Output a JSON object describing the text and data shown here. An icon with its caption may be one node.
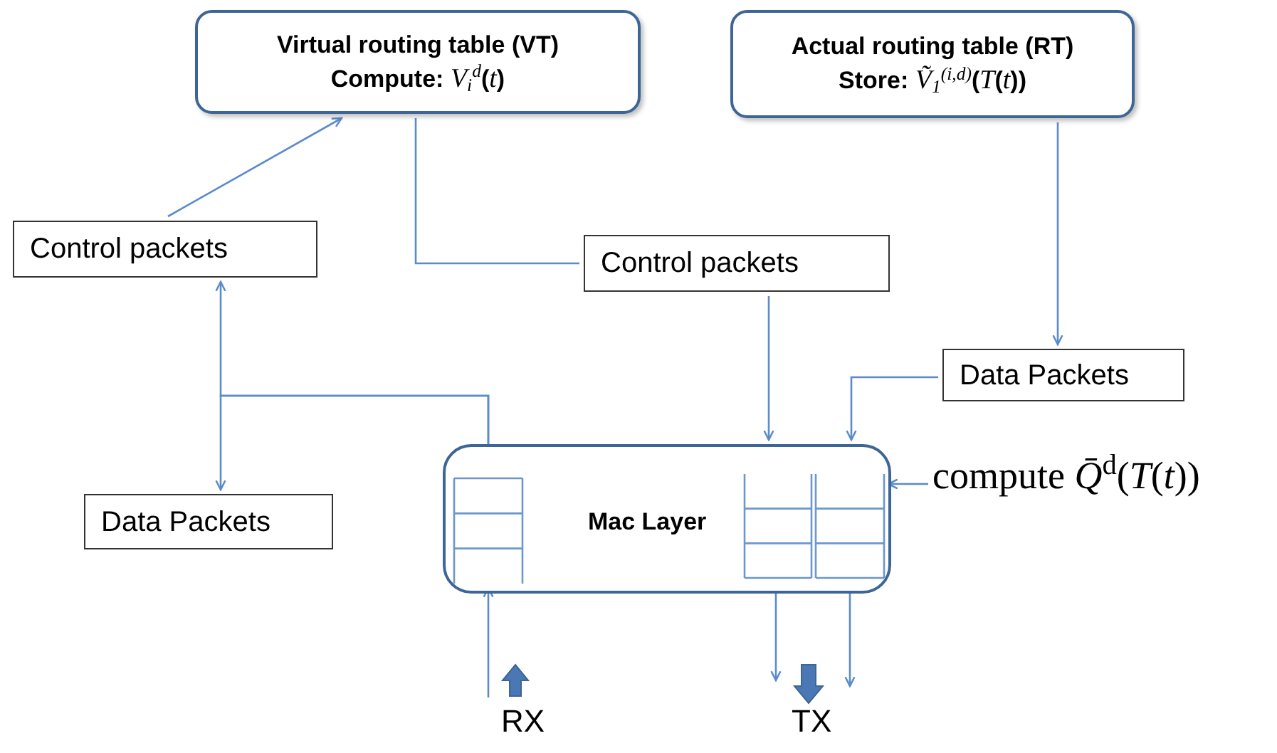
{
  "diagram": {
    "nodes": [
      {
        "text": [
          "Virtual routing table (VT)",
          "Compute:  *V*$_{i}$$^{d}$(*t*)"
        ]
      },
      {
        "text": [
          "Actual routing table (RT)",
          "Store:  *Ṽ*$_{1}$$^{(i,d)}$(*T*(*t*))"
        ]
      },
      {
        "text": [
          "Control packets"
        ]
      },
      {
        "text": [
          "Control packets"
        ]
      },
      {
        "text": [
          "Data Packets"
        ]
      },
      {
        "text": [
          "Data Packets"
        ]
      },
      {
        "text": [
          "Mac Layer"
        ]
      },
      {
        "text": [],
        "shape": "box",
        "in": 6
      },
      {
        "text": [],
        "shape": "box",
        "in": 6
      },
      {
        "text": [],
        "shape": "box",
        "in": 6
      },
      {
        "text": [
          "compute *Q̄*$^{d}$(*T*(*t*))"
        ]
      }
    ],
    "edges": [
      {
        "from": 2,
        "to": 0,
        "arrow": "to"
      },
      {
        "from": 0,
        "to": 3,
        "arrow": "none"
      },
      {
        "from": 3,
        "to": 6,
        "arrow": "to"
      },
      {
        "from": 1,
        "to": 4,
        "arrow": "to"
      },
      {
        "from": 4,
        "to": 6,
        "arrow": "to"
      },
      {
        "from": 7,
        "to": 2,
        "arrow": "to"
      },
      {
        "from": 7,
        "to": 5,
        "arrow": "to"
      },
      {
        "from": 10,
        "to": 9,
        "arrow": "to"
      },
      {
        "from": null,
        "to": 7,
        "arrow": "to"
      },
      {
        "from": 8,
        "to": null,
        "arrow": "to"
      },
      {
        "from": 9,
        "to": null,
        "arrow": "to"
      }
    ],
    "labels": [
      "RX",
      "TX"
    ]
  }
}
